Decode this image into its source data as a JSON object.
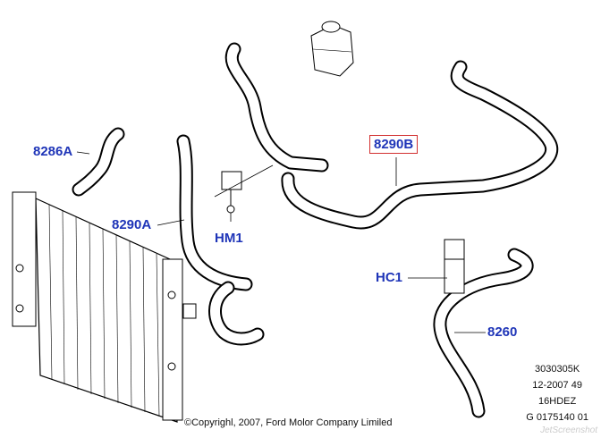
{
  "labels": {
    "p8286A": "8286A",
    "p8290A": "8290A",
    "hm1": "HM1",
    "p8290B": "8290B",
    "hc1": "HC1",
    "p8260": "8260"
  },
  "meta": {
    "line1": "3030305K",
    "line2": "12-2007 49",
    "line3": "16HDEZ",
    "line4": "G 0175140 01"
  },
  "copyright": "©Copyrighl, 2007, Ford Molor Company Limiled",
  "watermark": "JetScreenshot",
  "colors": {
    "label": "#1f35b8",
    "highlight_box": "#d23030"
  }
}
